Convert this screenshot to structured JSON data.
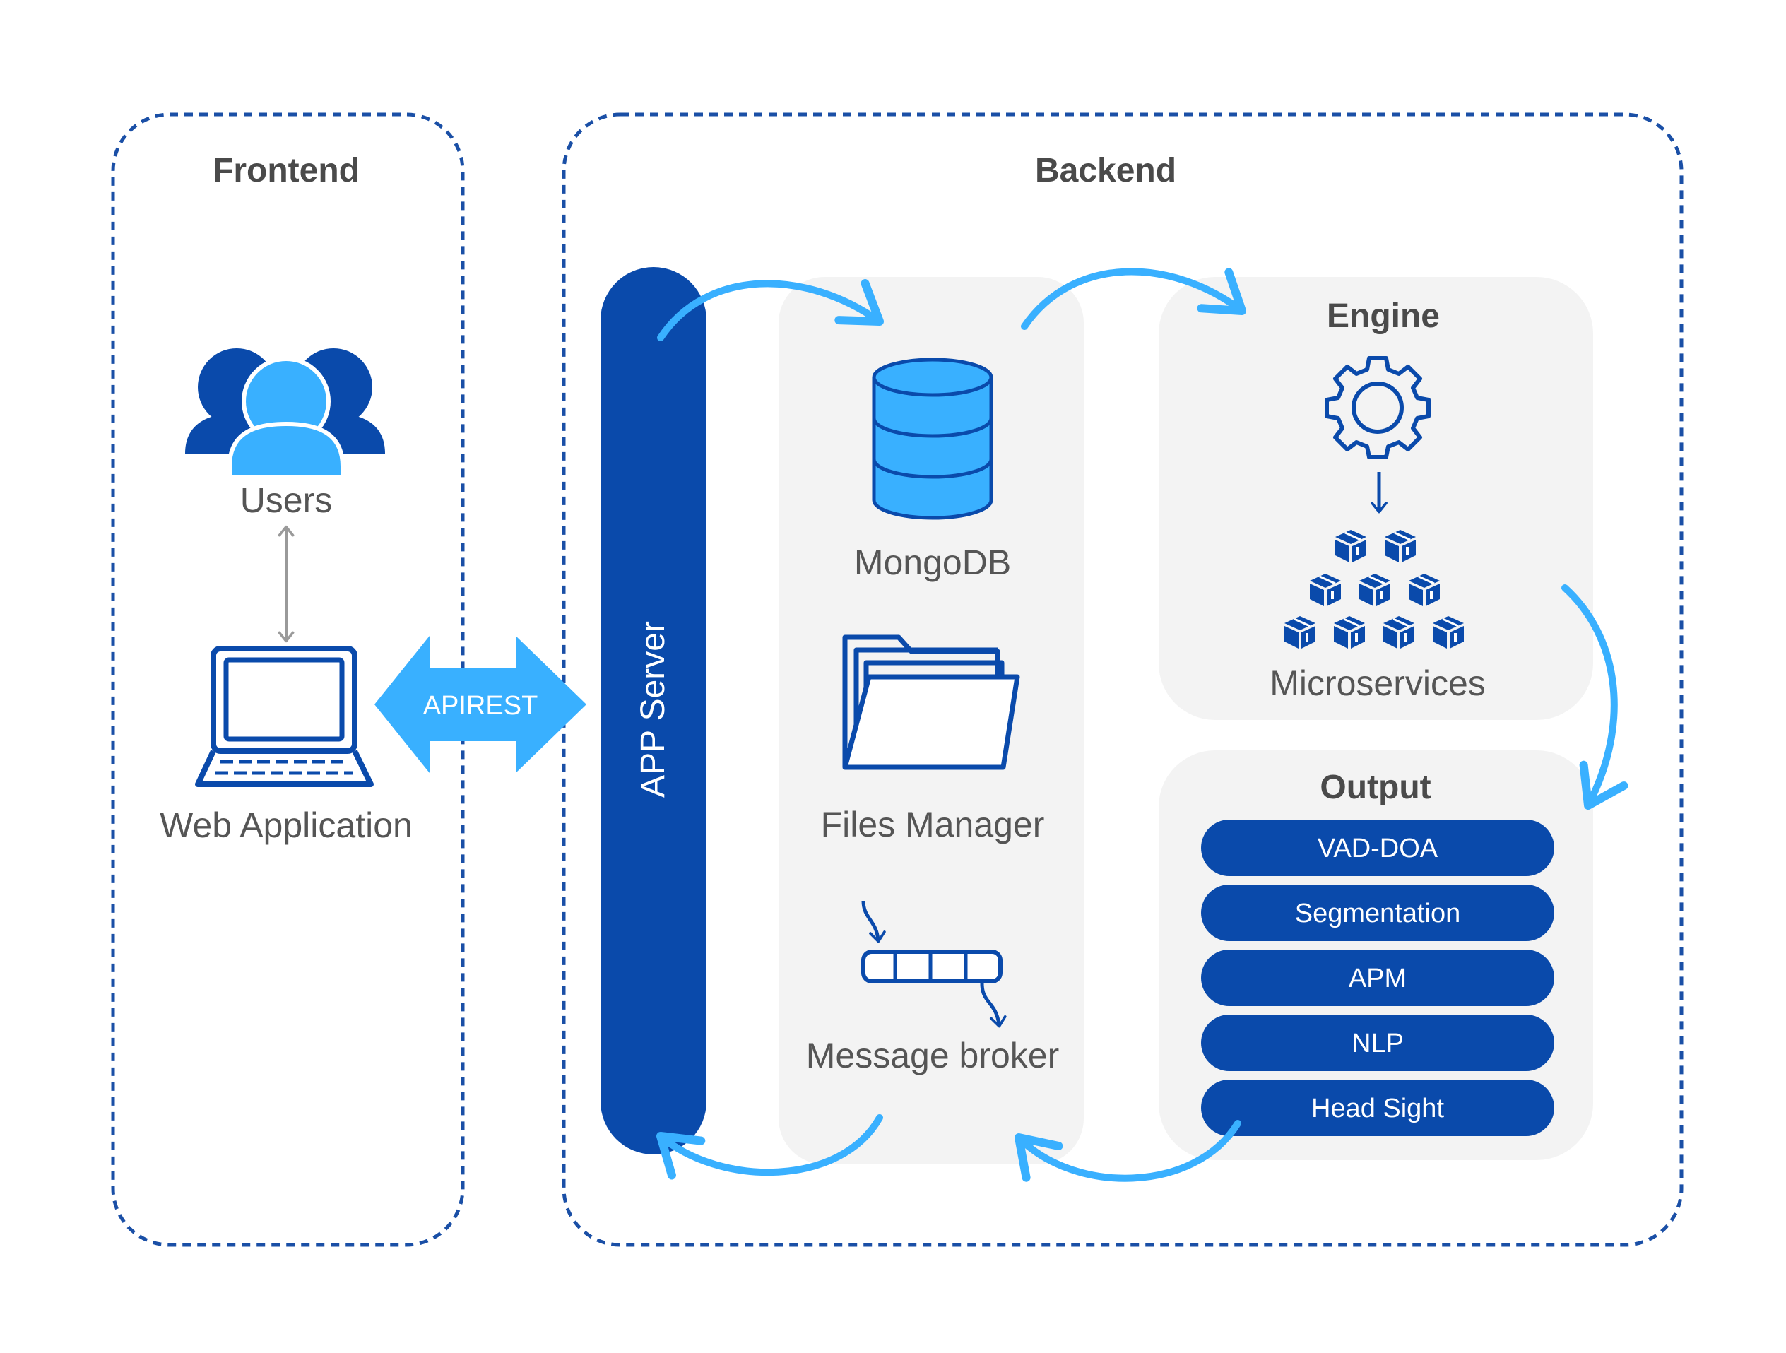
{
  "frontend": {
    "title": "Frontend",
    "users_label": "Users",
    "webapp_label": "Web Application",
    "api_label": "APIREST"
  },
  "backend": {
    "title": "Backend",
    "app_server_label": "APP Server",
    "mongodb_label": "MongoDB",
    "files_manager_label": "Files Manager",
    "message_broker_label": "Message broker",
    "engine": {
      "title": "Engine",
      "microservices_label": "Microservices"
    },
    "output": {
      "title": "Output",
      "items": [
        "VAD-DOA",
        "Segmentation",
        "APM",
        "NLP",
        "Head Sight"
      ]
    }
  },
  "colors": {
    "dark_blue": "#0a4aab",
    "light_blue": "#39b0ff",
    "panel_gray": "#f3f3f3",
    "border_blue": "#1a4fa6"
  }
}
